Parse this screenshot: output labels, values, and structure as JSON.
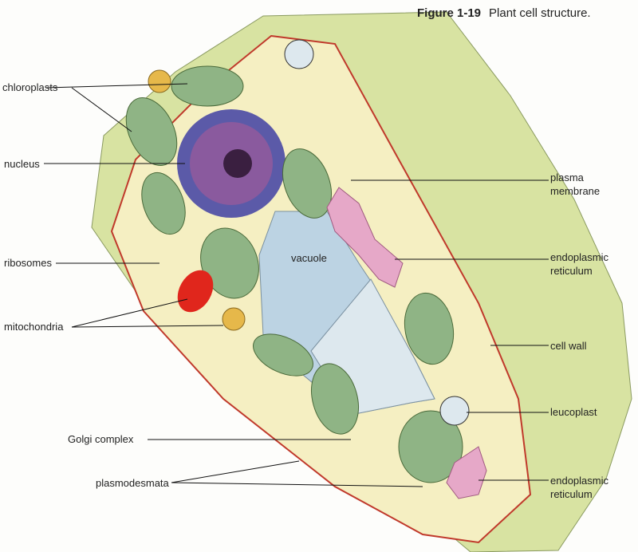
{
  "figure": {
    "number": "Figure 1-19",
    "caption": "Plant cell structure."
  },
  "labels": {
    "chloroplasts": "chloroplasts",
    "nucleus": "nucleus",
    "ribosomes": "ribosomes",
    "mitochondria": "mitochondria",
    "golgi": "Golgi complex",
    "plasmodesmata": "plasmodesmata",
    "plasma_membrane_1": "plasma",
    "plasma_membrane_2": "membrane",
    "er_1a": "endoplasmic",
    "er_1b": "reticulum",
    "cell_wall": "cell wall",
    "leucoplast": "leucoplast",
    "er_2a": "endoplasmic",
    "er_2b": "reticulum",
    "vacuole": "vacuole"
  },
  "colors": {
    "wall": "#d8e3a2",
    "cytoplasm": "#f5efc2",
    "vacuole": "#bcd3e3",
    "nucleus": "#8a5a9e",
    "chloroplast": "#8fb485",
    "mitochondrion": "#e0261c",
    "er": "#e6a8c8"
  }
}
